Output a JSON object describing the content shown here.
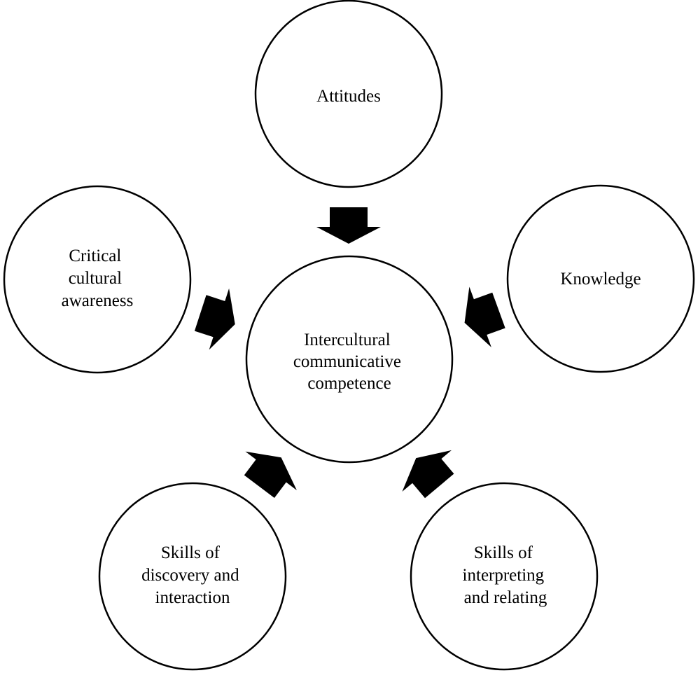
{
  "diagram": {
    "center": {
      "lines": [
        "Intercultural",
        "communicative",
        "competence"
      ]
    },
    "nodes": [
      {
        "id": "attitudes",
        "lines": [
          "Attitudes"
        ]
      },
      {
        "id": "knowledge",
        "lines": [
          "Knowledge"
        ]
      },
      {
        "id": "skills-interpreting",
        "lines": [
          "Skills of",
          "interpreting",
          "and relating"
        ]
      },
      {
        "id": "skills-discovery",
        "lines": [
          "Skills of",
          "discovery and",
          "interaction"
        ]
      },
      {
        "id": "critical-awareness",
        "lines": [
          "Critical",
          "cultural",
          "awareness"
        ]
      }
    ],
    "colors": {
      "stroke": "#000000",
      "fill": "#ffffff",
      "arrow": "#000000"
    }
  }
}
